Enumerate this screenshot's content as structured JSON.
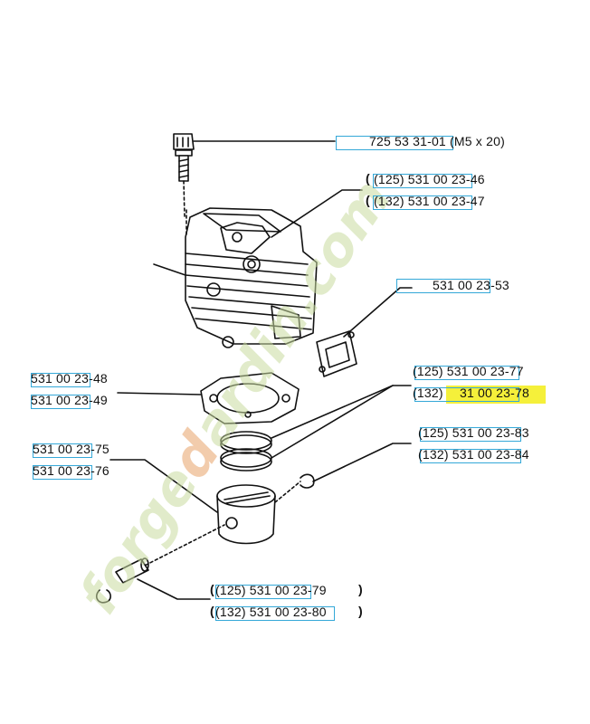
{
  "labels": {
    "bolt": "725 53 31-01 (M5 x 20)",
    "cyl_125": "(125) 531 00 23-46",
    "cyl_132": "(132) 531 00 23-47",
    "gasket_plate": "531 00 23-53",
    "base_gasket_1": "531 00 23-48",
    "base_gasket_2": "531 00 23-49",
    "ring_125": "(125) 531 00 23-77",
    "ring_132_prefix": "(132)",
    "ring_132": "31 00 23-78",
    "clip_125": "(125) 531 00 23-83",
    "clip_132": "(132) 531 00 23-84",
    "piston_1": "531 00 23-75",
    "piston_2": "531 00 23-76",
    "pin_125": "(125) 531 00 23-79",
    "pin_132": "(132) 531 00 23-80"
  },
  "watermark": {
    "text_green": "forge",
    "text_orange": "d",
    "text_rest": "ardin.com"
  },
  "colors": {
    "line": "#111111",
    "box_border": "#34a8d8",
    "highlight": "#f5f03a",
    "watermark_green": "#c9dca0",
    "watermark_orange": "#e8a36a"
  }
}
